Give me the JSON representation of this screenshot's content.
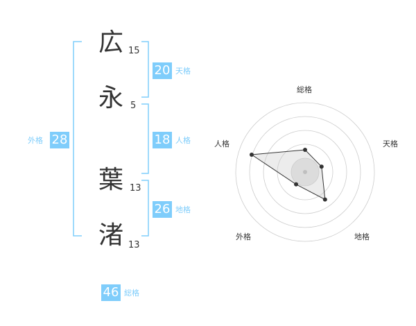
{
  "name": {
    "chars": [
      {
        "char": "広",
        "strokes": "15"
      },
      {
        "char": "永",
        "strokes": "5"
      },
      {
        "char": "葉",
        "strokes": "13"
      },
      {
        "char": "渚",
        "strokes": "13"
      }
    ]
  },
  "fortunes": {
    "tenkaku": {
      "value": "20",
      "label": "天格"
    },
    "jinkaku": {
      "value": "18",
      "label": "人格"
    },
    "chikaku": {
      "value": "26",
      "label": "地格"
    },
    "gaikaku": {
      "value": "28",
      "label": "外格"
    },
    "soukaku": {
      "value": "46",
      "label": "総格"
    }
  },
  "radar": {
    "labels": {
      "top": "総格",
      "right": "天格",
      "bottom_right": "地格",
      "bottom_left": "外格",
      "left": "人格"
    },
    "scores": [
      0.32,
      0.25,
      0.49,
      0.22,
      0.81
    ],
    "accent_color": "#7fcdfb",
    "grid_color": "#cccccc"
  }
}
